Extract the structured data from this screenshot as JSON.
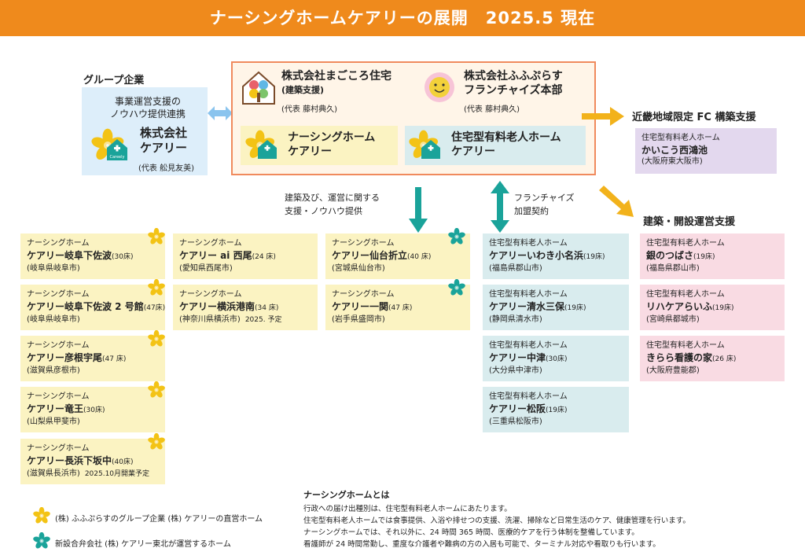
{
  "header": {
    "title": "ナーシングホームケアリーの展開　2025.5 現在"
  },
  "group": {
    "label": "グループ企業",
    "desc_line1": "事業運営支援の",
    "desc_line2": "ノウハウ提供連携",
    "name_line1": "株式会社",
    "name_line2": "ケアリー",
    "rep": "(代表 舩見友美)"
  },
  "hq": {
    "magokoro": {
      "name": "株式会社まごころ住宅",
      "sub": "(建築支援)",
      "rep": "(代表 藤村典久)"
    },
    "fufuplus": {
      "name_line1": "株式会社ふふぷらす",
      "name_line2": "フランチャイズ本部",
      "rep": "(代表 藤村典久)"
    },
    "nh": {
      "line1": "ナーシングホーム",
      "line2": "ケアリー"
    },
    "yuryo": {
      "line1": "住宅型有料老人ホーム",
      "line2": "ケアリー"
    }
  },
  "arrows": {
    "build_label1": "建築及び、運営に関する",
    "build_label2": "支援・ノウハウ提供",
    "fc_label1": "フランチャイズ",
    "fc_label2": "加盟契約"
  },
  "kinki": {
    "label": "近畿地域限定 FC 構築支援",
    "card": {
      "type": "住宅型有料老人ホーム",
      "name": "かいこう西鴻池",
      "loc": "(大阪府東大阪市)"
    }
  },
  "kenchiku": {
    "label": "建築・開設運営支援",
    "cards": [
      {
        "type": "住宅型有料老人ホーム",
        "name": "銀のつばさ",
        "beds": "(19床)",
        "loc": "(福島県郡山市)"
      },
      {
        "type": "住宅型有料老人ホーム",
        "name": "リハケアらいふ",
        "beds": "(19床)",
        "loc": "(宮崎県都城市)"
      },
      {
        "type": "住宅型有料老人ホーム",
        "name": "きらら看護の家",
        "beds": "(26 床)",
        "loc": "(大阪府豊能郡)"
      }
    ]
  },
  "col1": [
    {
      "type": "ナーシングホーム",
      "name": "ケアリー岐阜下佐波",
      "beds": "(30床)",
      "loc": "(岐阜県岐阜市)",
      "note": ""
    },
    {
      "type": "ナーシングホーム",
      "name": "ケアリー岐阜下佐波 2 号館",
      "beds": "(47床)",
      "loc": "(岐阜県岐阜市)",
      "note": ""
    },
    {
      "type": "ナーシングホーム",
      "name": "ケアリー彦根宇尾",
      "beds": "(47 床)",
      "loc": "(滋賀県彦根市)",
      "note": ""
    },
    {
      "type": "ナーシングホーム",
      "name": "ケアリー竜王",
      "beds": "(30床)",
      "loc": "(山梨県甲斐市)",
      "note": ""
    },
    {
      "type": "ナーシングホーム",
      "name": "ケアリー長浜下坂中",
      "beds": "(40床)",
      "loc": "(滋賀県長浜市)",
      "note": "2025.10月開業予定"
    }
  ],
  "col2": [
    {
      "type": "ナーシングホーム",
      "name": "ケアリー ai 西尾",
      "beds": "(24 床)",
      "loc": "(愛知県西尾市)",
      "note": ""
    },
    {
      "type": "ナーシングホーム",
      "name": "ケアリー横浜港南",
      "beds": "(34 床)",
      "loc": "(神奈川県横浜市)",
      "note": "2025. 予定"
    }
  ],
  "col3": [
    {
      "type": "ナーシングホーム",
      "name": "ケアリー仙台折立",
      "beds": "(40 床)",
      "loc": "(宮城県仙台市)",
      "note": ""
    },
    {
      "type": "ナーシングホーム",
      "name": "ケアリー一関",
      "beds": "(47 床)",
      "loc": "(岩手県盛岡市)",
      "note": ""
    }
  ],
  "col4": [
    {
      "type": "住宅型有料老人ホーム",
      "name": "ケアリーいわき小名浜",
      "beds": "(19床)",
      "loc": "(福島県郡山市)"
    },
    {
      "type": "住宅型有料老人ホーム",
      "name": "ケアリー清水三保",
      "beds": "(19床)",
      "loc": "(静岡県清水市)"
    },
    {
      "type": "住宅型有料老人ホーム",
      "name": "ケアリー中津",
      "beds": "(30床)",
      "loc": "(大分県中津市)"
    },
    {
      "type": "住宅型有料老人ホーム",
      "name": "ケアリー松阪",
      "beds": "(19床)",
      "loc": "(三重県松阪市)"
    }
  ],
  "legend": {
    "yellow": "(株) ふふぷらすのグループ企業 (株) ケアリーの直営ホーム",
    "teal": "新設合弁会社 (株) ケアリー東北が運営するホーム"
  },
  "notes": {
    "title": "ナーシングホームとは",
    "lines": [
      "行政への届け出種別は、住宅型有料老人ホームにあたります。",
      "住宅型有料老人ホームでは食事提供、入浴や排せつの支援、洗濯、掃除など日常生活のケア、健康管理を行います。",
      "ナーシングホームでは、それ以外に、24 時間 365 時間、医療的ケアを行う体制を整備しています。",
      "看護師が 24 時間常勤し、重度な介護者や難病の方の入居も可能で、ターミナル対応や看取りも行います。"
    ]
  },
  "colors": {
    "header": "#ef8a1c",
    "star_yellow": "#f3c315",
    "star_teal": "#1aa39a",
    "arrow_orange": "#f2b21b",
    "arrow_blue": "#8ac4ee",
    "arrow_teal": "#1aa39a"
  }
}
